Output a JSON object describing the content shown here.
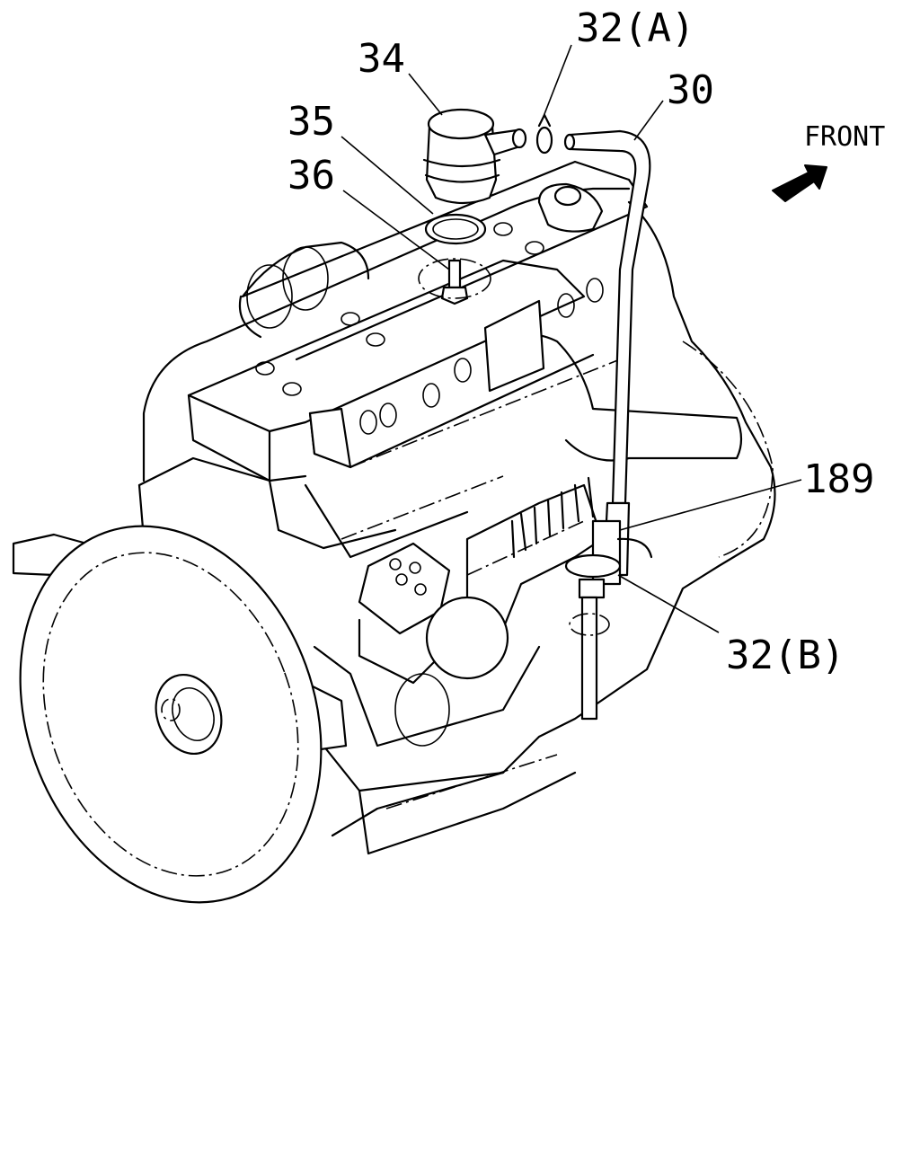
{
  "labels": {
    "part_34": "34",
    "part_32a": "32(A)",
    "part_30": "30",
    "part_35": "35",
    "part_36": "36",
    "part_189": "189",
    "part_32b": "32(B)",
    "front": "FRONT"
  },
  "icons": {
    "direction_arrow": "front-arrow-icon"
  }
}
